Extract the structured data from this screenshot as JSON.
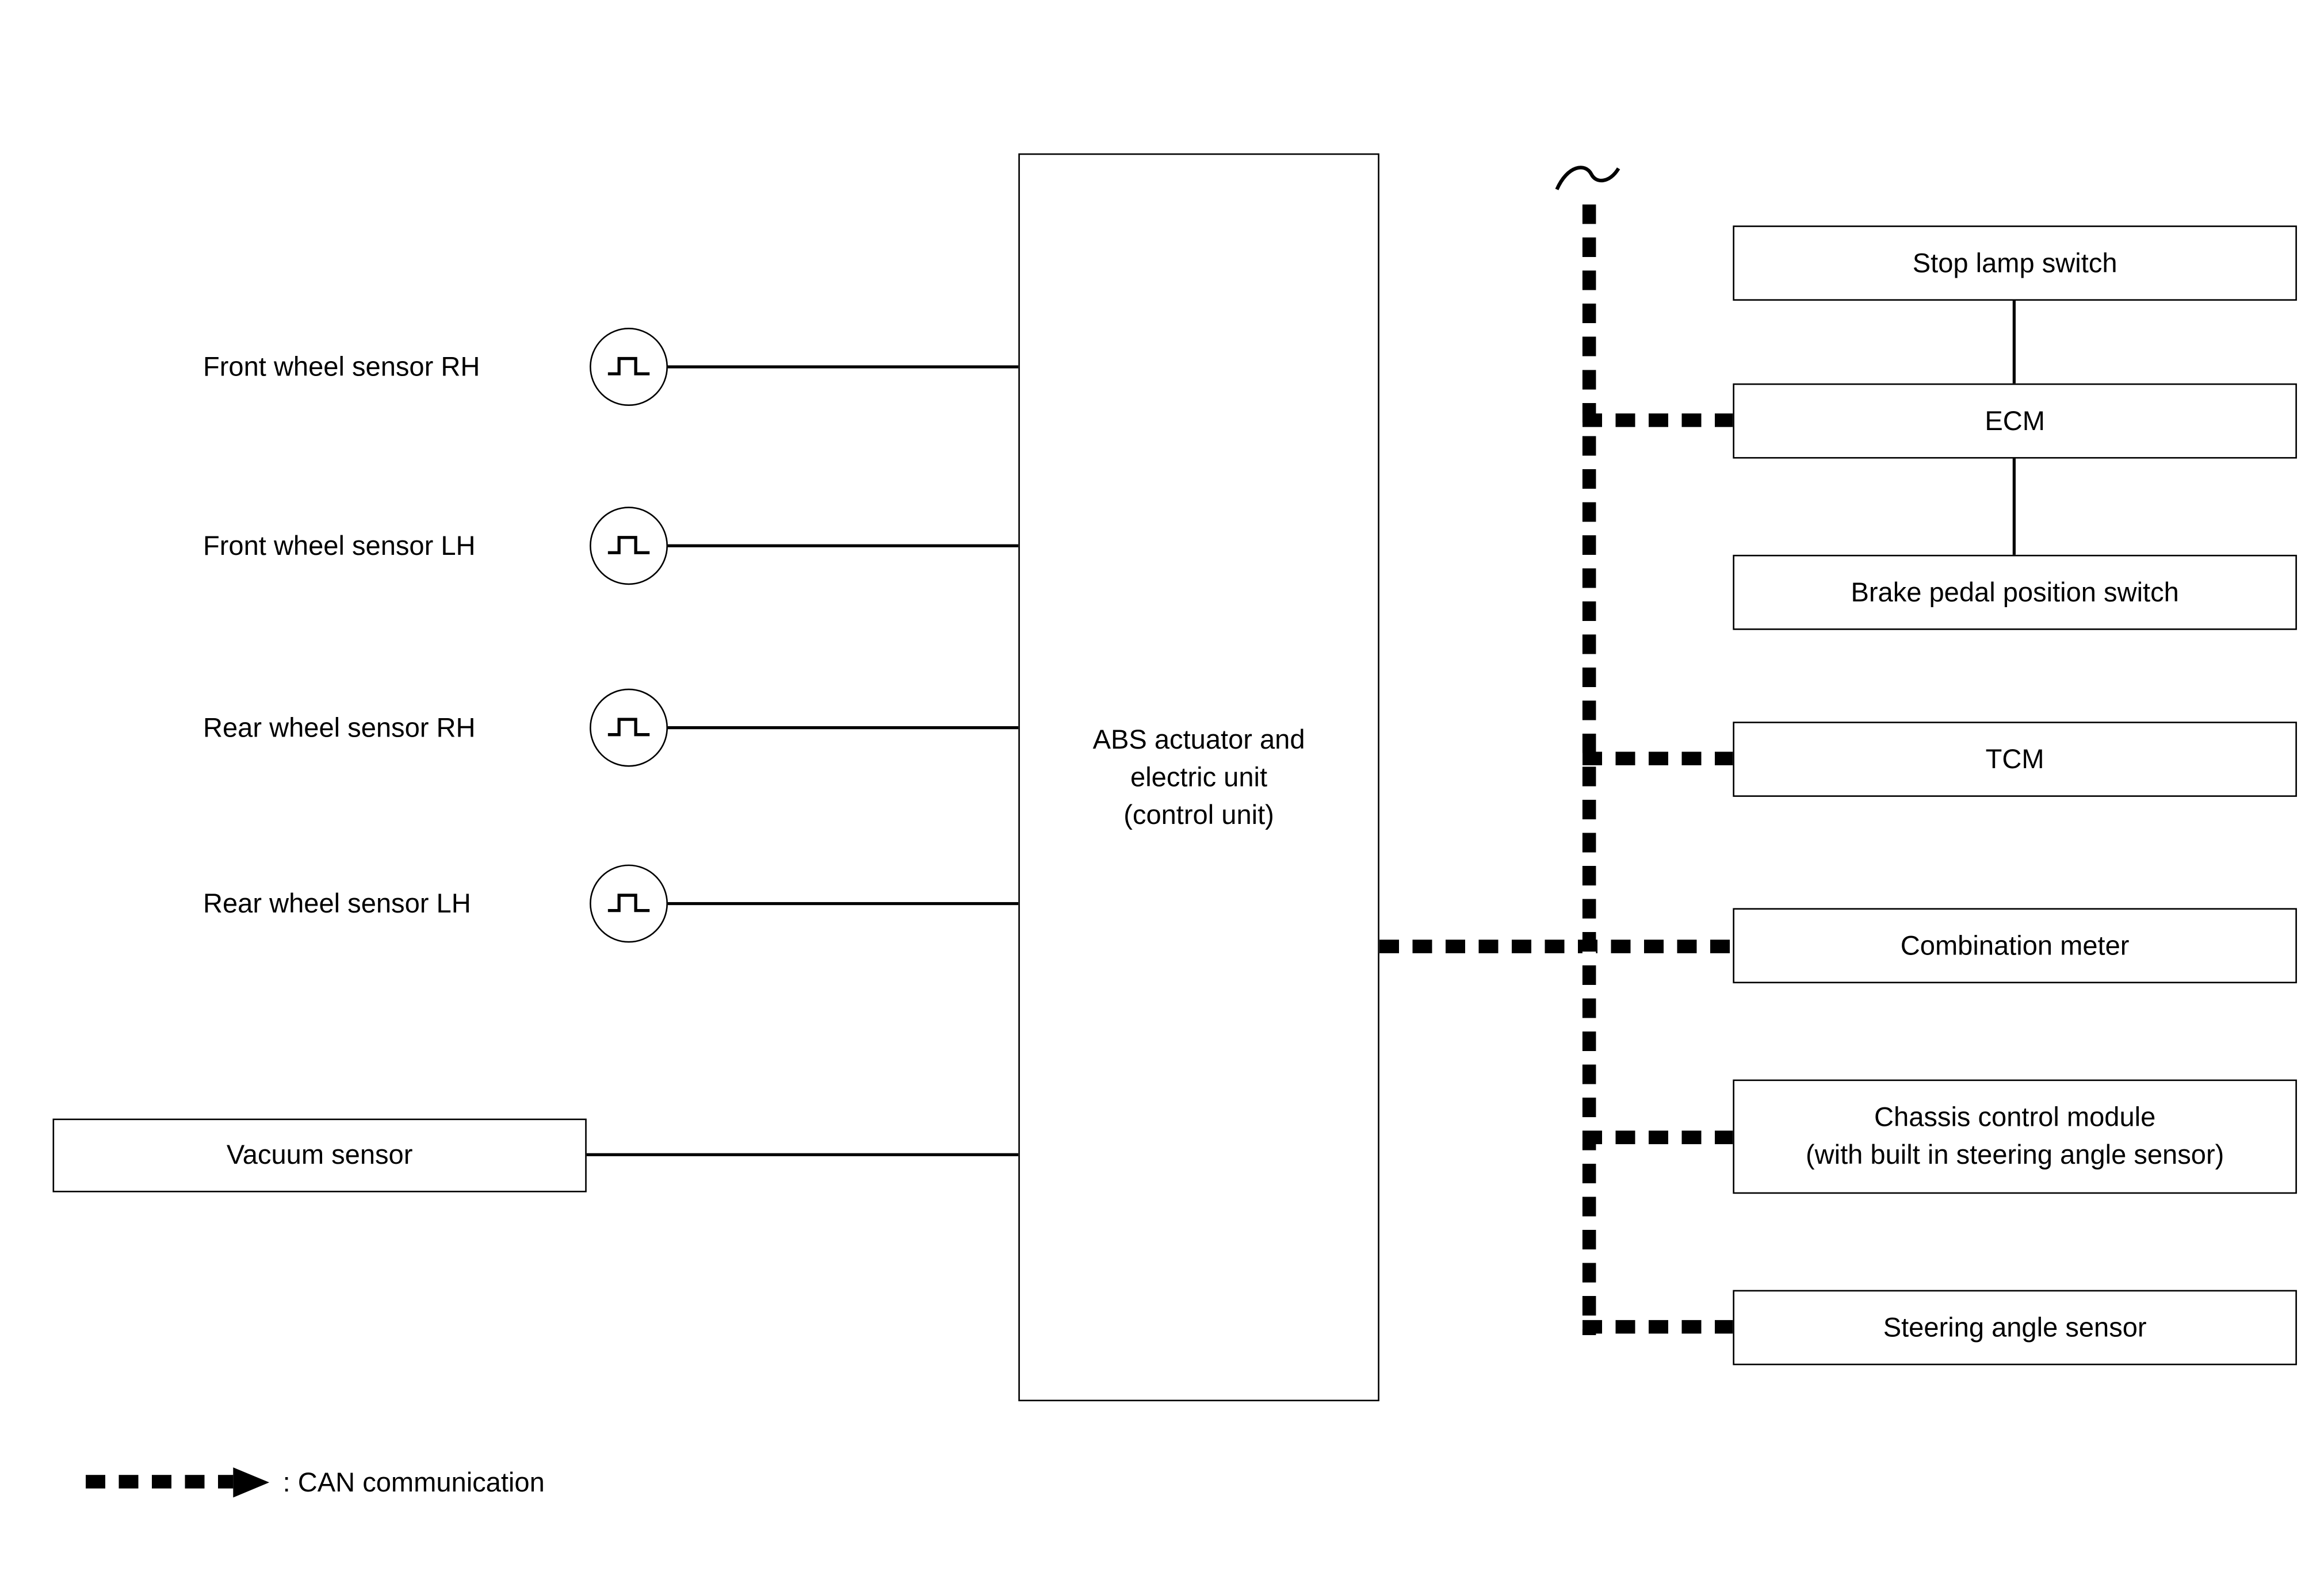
{
  "diagram": {
    "left_sensors": [
      {
        "label": "Front wheel sensor RH"
      },
      {
        "label": "Front wheel sensor LH"
      },
      {
        "label": "Rear wheel sensor RH"
      },
      {
        "label": "Rear wheel sensor LH"
      }
    ],
    "vacuum_sensor": {
      "label": "Vacuum sensor"
    },
    "abs_unit": {
      "lines": [
        "ABS actuator and",
        "electric unit",
        "(control unit)"
      ]
    },
    "right_modules": [
      {
        "label": "Stop lamp switch"
      },
      {
        "label": "ECM"
      },
      {
        "label": "Brake pedal position switch"
      },
      {
        "label": "TCM"
      },
      {
        "label": "Combination meter"
      },
      {
        "lines": [
          "Chassis control module",
          "(with built in steering angle sensor)"
        ]
      },
      {
        "label": "Steering angle sensor"
      }
    ],
    "legend": {
      "label": ": CAN communication"
    },
    "colors": {
      "line": "#000000",
      "background": "#ffffff"
    }
  }
}
